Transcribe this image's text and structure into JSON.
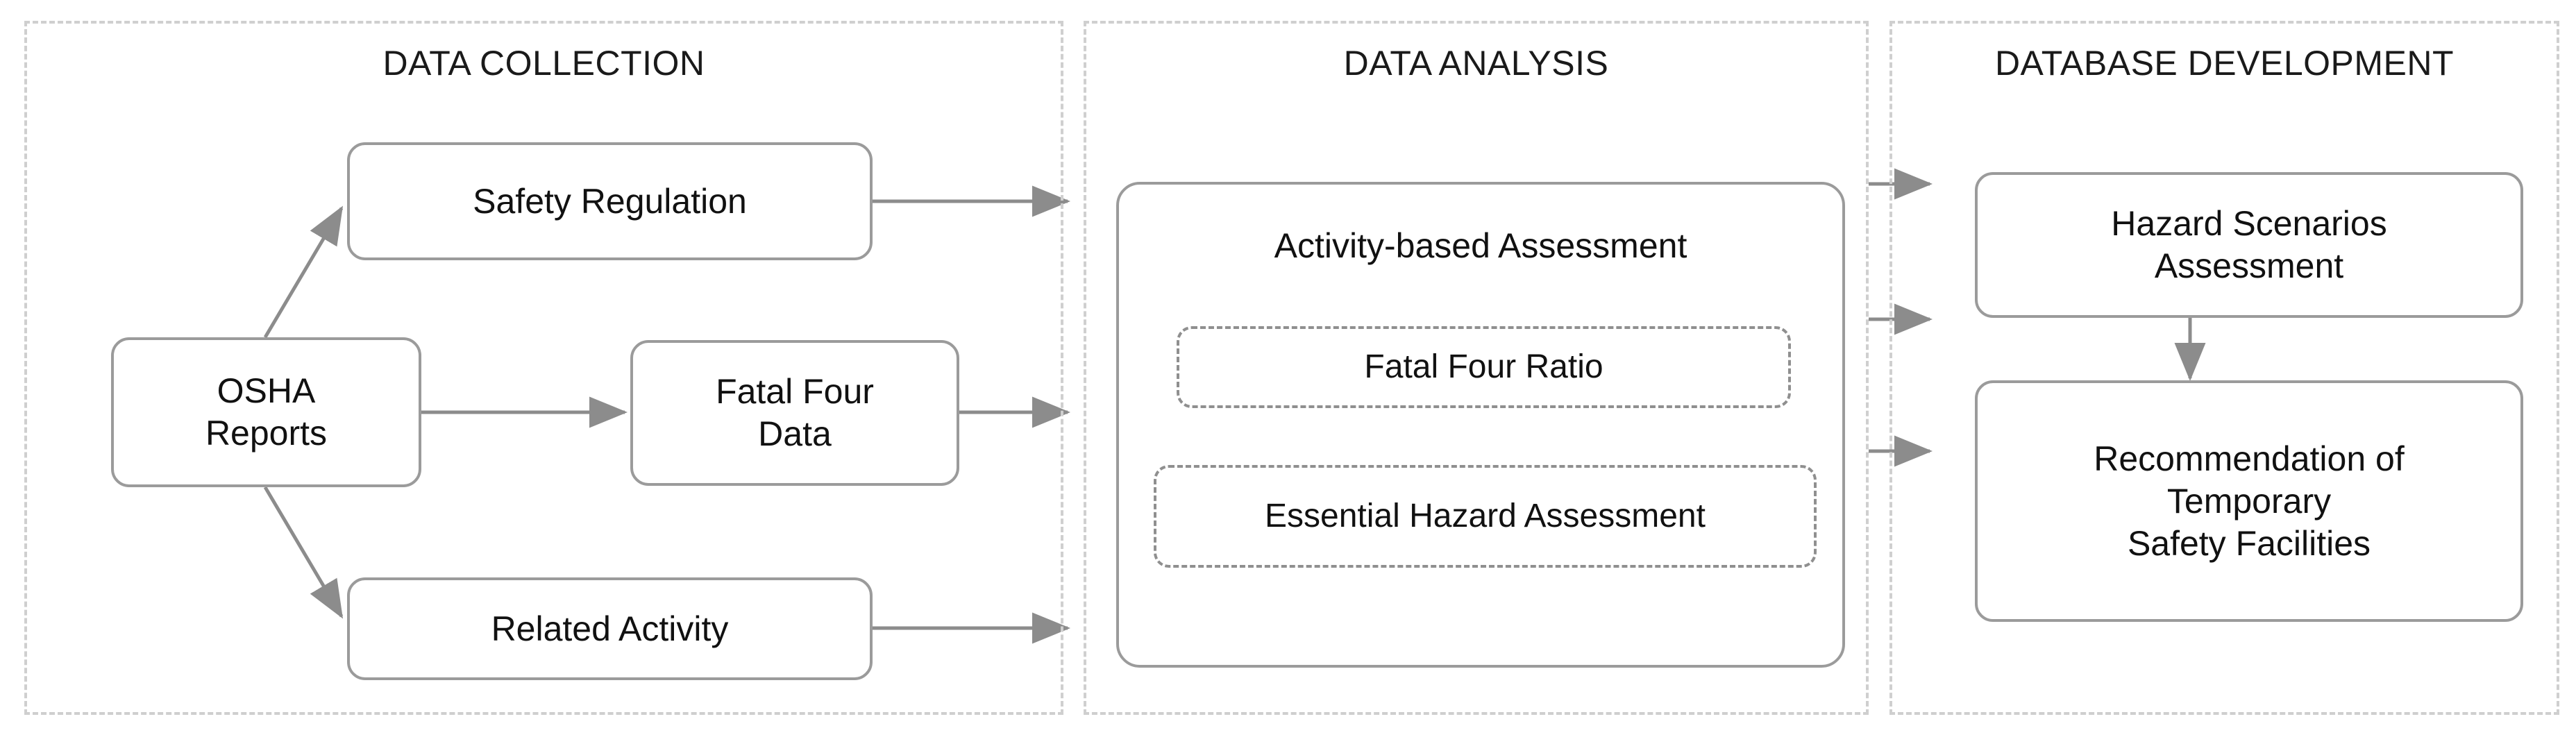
{
  "diagram": {
    "title": "Research framework flowchart",
    "colors": {
      "panel_border": "#cfcfcf",
      "node_border": "#9b9b9b",
      "subnode_border": "#8f8f8f",
      "arrow": "#8c8c8c",
      "text": "#111111",
      "background": "#ffffff"
    }
  },
  "panels": [
    {
      "id": "data-collection",
      "title": "DATA COLLECTION"
    },
    {
      "id": "data-analysis",
      "title": "DATA ANALYSIS"
    },
    {
      "id": "database-development",
      "title": "DATABASE DEVELOPMENT"
    }
  ],
  "data_collection": {
    "nodes": [
      {
        "id": "osha-reports",
        "label": "OSHA\nReports"
      },
      {
        "id": "safety-regulation",
        "label": "Safety Regulation"
      },
      {
        "id": "fatal-four-data",
        "label": "Fatal Four\nData"
      },
      {
        "id": "related-activity",
        "label": "Related Activity"
      }
    ]
  },
  "data_analysis": {
    "container": {
      "id": "activity-based-assessment",
      "label": "Activity-based Assessment"
    },
    "subnodes": [
      {
        "id": "fatal-four-ratio",
        "label": "Fatal Four Ratio"
      },
      {
        "id": "essential-hazard-assessment",
        "label": "Essential Hazard Assessment"
      }
    ]
  },
  "database_development": {
    "nodes": [
      {
        "id": "hazard-scenarios-assessment",
        "label": "Hazard Scenarios\nAssessment"
      },
      {
        "id": "recommendation-temporary-safety-facilities",
        "label": "Recommendation of\nTemporary\nSafety Facilities"
      }
    ]
  },
  "connections": [
    {
      "id": "osha-to-safety-regulation",
      "from": "osha-reports",
      "to": "safety-regulation"
    },
    {
      "id": "osha-to-fatal-four-data",
      "from": "osha-reports",
      "to": "fatal-four-data"
    },
    {
      "id": "osha-to-related-activity",
      "from": "osha-reports",
      "to": "related-activity"
    },
    {
      "id": "safety-regulation-to-analysis",
      "from": "safety-regulation",
      "to": "activity-based-assessment"
    },
    {
      "id": "fatal-four-data-to-analysis",
      "from": "fatal-four-data",
      "to": "activity-based-assessment"
    },
    {
      "id": "related-activity-to-analysis",
      "from": "related-activity",
      "to": "activity-based-assessment"
    },
    {
      "id": "fatal-four-ratio-to-essential",
      "from": "fatal-four-ratio",
      "to": "essential-hazard-assessment"
    },
    {
      "id": "analysis-to-hazard-scenarios-top",
      "from": "activity-based-assessment",
      "to": "hazard-scenarios-assessment"
    },
    {
      "id": "analysis-to-database-middle",
      "from": "activity-based-assessment",
      "to": "recommendation-temporary-safety-facilities"
    },
    {
      "id": "analysis-to-database-bottom",
      "from": "activity-based-assessment",
      "to": "recommendation-temporary-safety-facilities"
    },
    {
      "id": "hazard-scenarios-to-recommendation",
      "from": "hazard-scenarios-assessment",
      "to": "recommendation-temporary-safety-facilities"
    }
  ]
}
